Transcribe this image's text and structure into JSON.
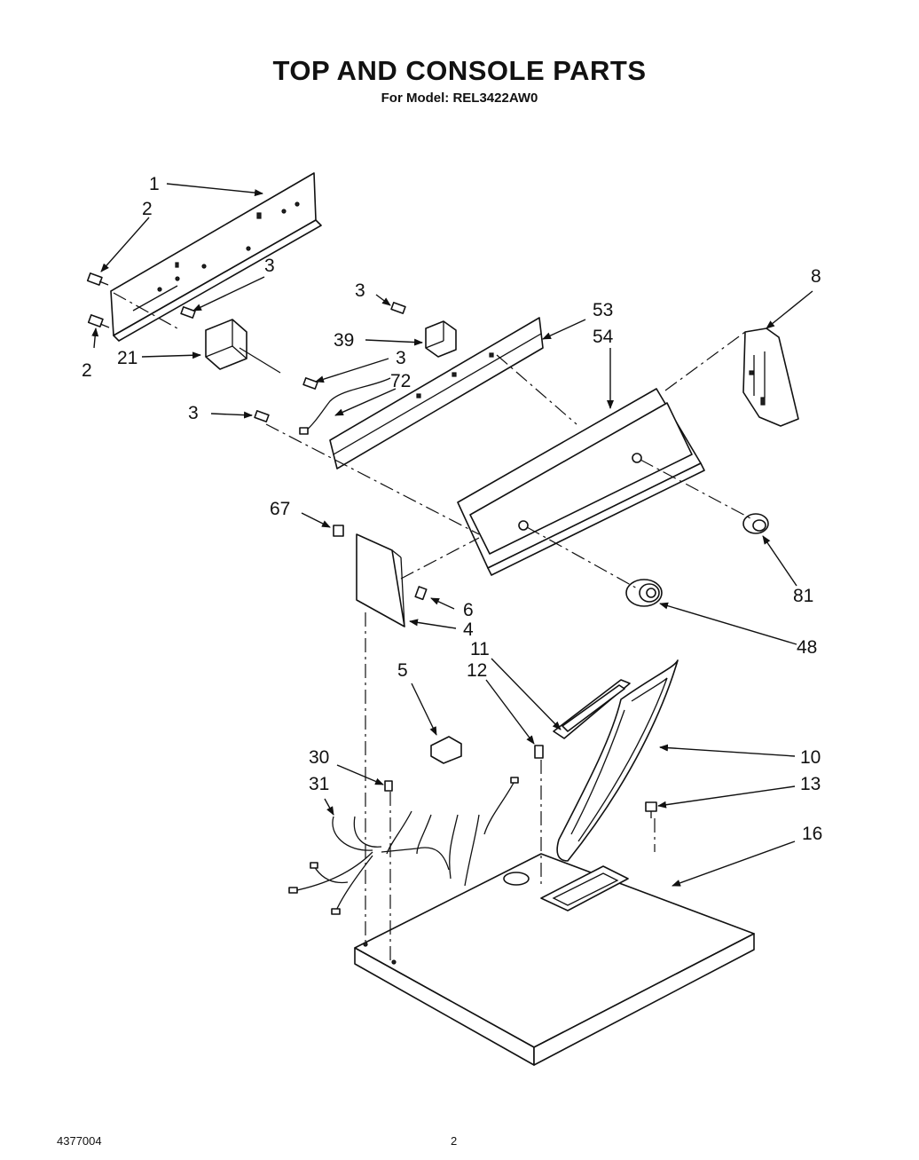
{
  "header": {
    "title": "TOP AND CONSOLE PARTS",
    "subtitle": "For Model: REL3422AW0"
  },
  "callouts": [
    {
      "id": "1",
      "text": "1"
    },
    {
      "id": "2a",
      "text": "2"
    },
    {
      "id": "2b",
      "text": "2"
    },
    {
      "id": "3a",
      "text": "3"
    },
    {
      "id": "3b",
      "text": "3"
    },
    {
      "id": "3c",
      "text": "3"
    },
    {
      "id": "3d",
      "text": "3"
    },
    {
      "id": "8",
      "text": "8"
    },
    {
      "id": "21",
      "text": "21"
    },
    {
      "id": "39",
      "text": "39"
    },
    {
      "id": "53",
      "text": "53"
    },
    {
      "id": "54",
      "text": "54"
    },
    {
      "id": "72",
      "text": "72"
    },
    {
      "id": "67",
      "text": "67"
    },
    {
      "id": "6",
      "text": "6"
    },
    {
      "id": "4",
      "text": "4"
    },
    {
      "id": "81",
      "text": "81"
    },
    {
      "id": "48",
      "text": "48"
    },
    {
      "id": "11",
      "text": "11"
    },
    {
      "id": "12",
      "text": "12"
    },
    {
      "id": "5",
      "text": "5"
    },
    {
      "id": "10",
      "text": "10"
    },
    {
      "id": "30",
      "text": "30"
    },
    {
      "id": "31",
      "text": "31"
    },
    {
      "id": "13",
      "text": "13"
    },
    {
      "id": "16",
      "text": "16"
    }
  ],
  "footer": {
    "doc_number": "4377004",
    "page_number": "2"
  }
}
